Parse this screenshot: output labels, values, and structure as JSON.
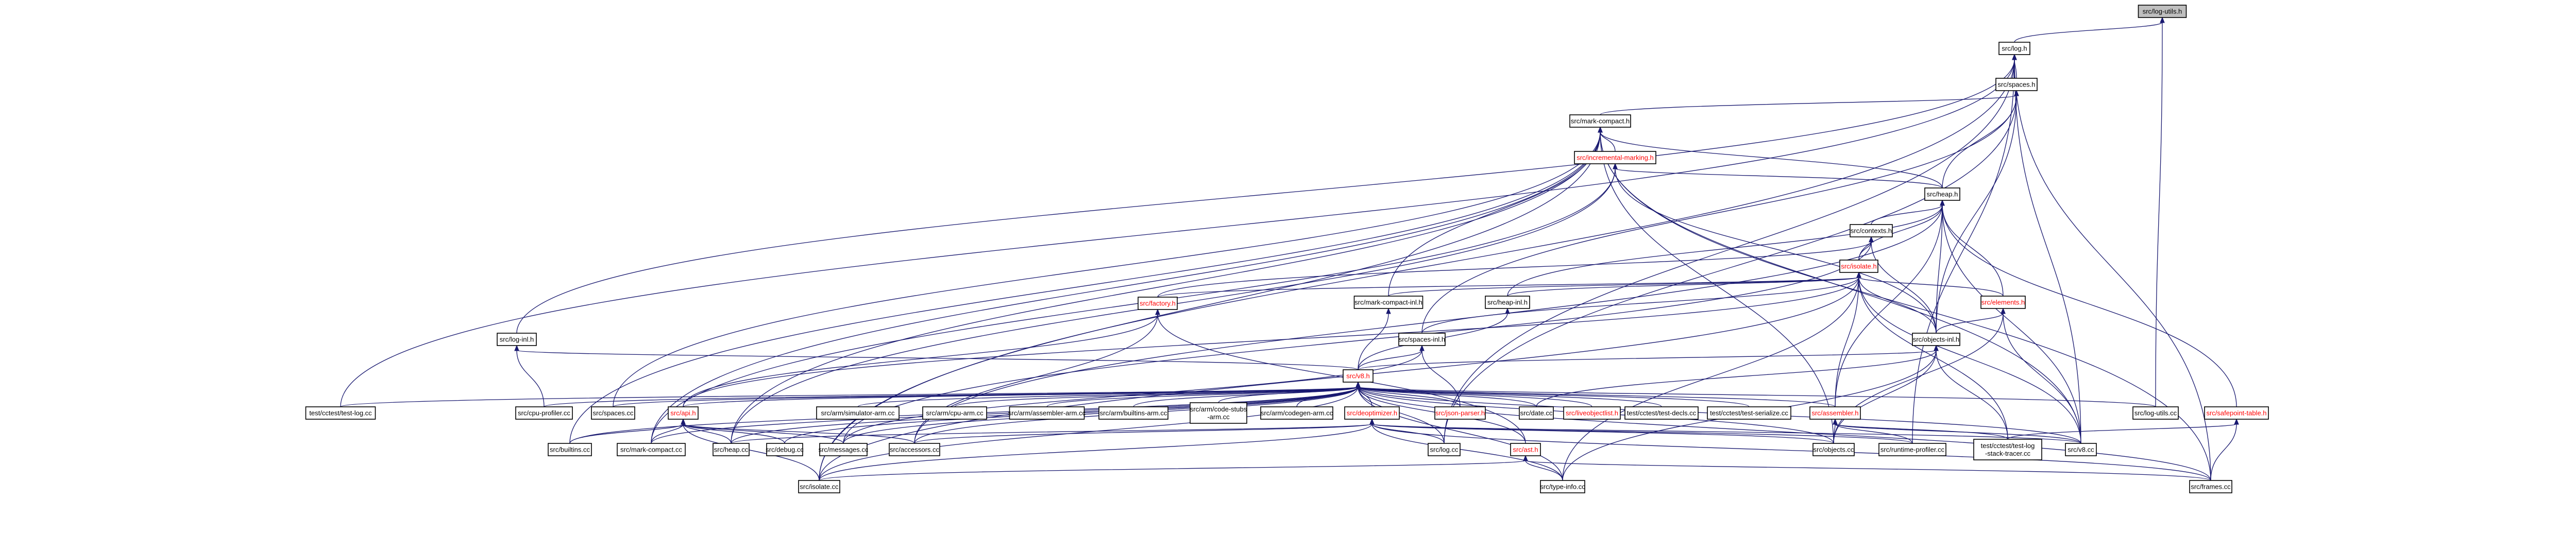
{
  "graph": {
    "title": "",
    "nodes": [
      {
        "id": "log_utils_h",
        "label": "src/log-utils.h",
        "current": true,
        "red": false
      },
      {
        "id": "log_h",
        "label": "src/log.h",
        "red": false
      },
      {
        "id": "spaces_h",
        "label": "src/spaces.h",
        "red": false
      },
      {
        "id": "mark_compact_h",
        "label": "src/mark-compact.h",
        "red": false
      },
      {
        "id": "incremental_marking_h",
        "label": "src/incremental-marking.h",
        "red": true
      },
      {
        "id": "heap_h",
        "label": "src/heap.h",
        "red": false
      },
      {
        "id": "contexts_h",
        "label": "src/contexts.h",
        "red": false
      },
      {
        "id": "isolate_h",
        "label": "src/isolate.h",
        "red": true
      },
      {
        "id": "factory_h",
        "label": "src/factory.h",
        "red": true
      },
      {
        "id": "mark_compact_inl_h",
        "label": "src/mark-compact-inl.h",
        "red": false
      },
      {
        "id": "heap_inl_h",
        "label": "src/heap-inl.h",
        "red": false
      },
      {
        "id": "elements_h",
        "label": "src/elements.h",
        "red": true
      },
      {
        "id": "log_inl_h",
        "label": "src/log-inl.h",
        "red": false
      },
      {
        "id": "spaces_inl_h",
        "label": "src/spaces-inl.h",
        "red": false
      },
      {
        "id": "objects_inl_h",
        "label": "src/objects-inl.h",
        "red": false
      },
      {
        "id": "v8_h",
        "label": "src/v8.h",
        "red": true
      },
      {
        "id": "test_log_cc",
        "label": "test/cctest/test-log.cc",
        "red": false
      },
      {
        "id": "cpu_profiler_cc",
        "label": "src/cpu-profiler.cc",
        "red": false
      },
      {
        "id": "spaces_cc",
        "label": "src/spaces.cc",
        "red": false
      },
      {
        "id": "api_h",
        "label": "src/api.h",
        "red": true
      },
      {
        "id": "simulator_arm_cc",
        "label": "src/arm/simulator-arm.cc",
        "red": false
      },
      {
        "id": "cpu_arm_cc",
        "label": "src/arm/cpu-arm.cc",
        "red": false
      },
      {
        "id": "assembler_arm_cc",
        "label": "src/arm/assembler-arm.cc",
        "red": false
      },
      {
        "id": "builtins_arm_cc",
        "label": "src/arm/builtins-arm.cc",
        "red": false
      },
      {
        "id": "code_stubs_arm_cc",
        "label": "src/arm/code-stubs\n-arm.cc",
        "red": false
      },
      {
        "id": "codegen_arm_cc",
        "label": "src/arm/codegen-arm.cc",
        "red": false
      },
      {
        "id": "deoptimizer_h",
        "label": "src/deoptimizer.h",
        "red": true
      },
      {
        "id": "json_parser_h",
        "label": "src/json-parser.h",
        "red": true
      },
      {
        "id": "date_cc",
        "label": "src/date.cc",
        "red": false
      },
      {
        "id": "liveobjectlist_h",
        "label": "src/liveobjectlist.h",
        "red": true
      },
      {
        "id": "test_decls_cc",
        "label": "test/cctest/test-decls.cc",
        "red": false
      },
      {
        "id": "test_serialize_cc",
        "label": "test/cctest/test-serialize.cc",
        "red": false
      },
      {
        "id": "assembler_h",
        "label": "src/assembler.h",
        "red": true
      },
      {
        "id": "log_utils_cc",
        "label": "src/log-utils.cc",
        "red": false
      },
      {
        "id": "safepoint_table_h",
        "label": "src/safepoint-table.h",
        "red": true
      },
      {
        "id": "builtins_cc",
        "label": "src/builtins.cc",
        "red": false
      },
      {
        "id": "mark_compact_cc",
        "label": "src/mark-compact.cc",
        "red": false
      },
      {
        "id": "heap_cc",
        "label": "src/heap.cc",
        "red": false
      },
      {
        "id": "debug_cc",
        "label": "src/debug.cc",
        "red": false
      },
      {
        "id": "messages_cc",
        "label": "src/messages.cc",
        "red": false
      },
      {
        "id": "accessors_cc",
        "label": "src/accessors.cc",
        "red": false
      },
      {
        "id": "log_cc",
        "label": "src/log.cc",
        "red": false
      },
      {
        "id": "ast_h",
        "label": "src/ast.h",
        "red": true
      },
      {
        "id": "objects_cc",
        "label": "src/objects.cc",
        "red": false
      },
      {
        "id": "runtime_profiler_cc",
        "label": "src/runtime-profiler.cc",
        "red": false
      },
      {
        "id": "test_log_stack_tracer_cc",
        "label": "test/cctest/test-log\n-stack-tracer.cc",
        "red": false
      },
      {
        "id": "v8_cc",
        "label": "src/v8.cc",
        "red": false
      },
      {
        "id": "isolate_cc",
        "label": "src/isolate.cc",
        "red": false
      },
      {
        "id": "type_info_cc",
        "label": "src/type-info.cc",
        "red": false
      },
      {
        "id": "frames_cc",
        "label": "src/frames.cc",
        "red": false
      }
    ]
  }
}
